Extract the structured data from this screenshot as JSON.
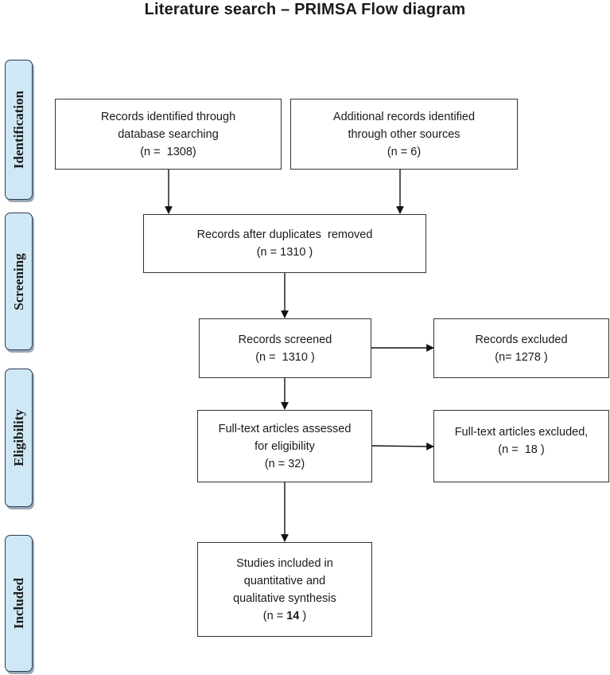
{
  "title": "Literature search – PRIMSA Flow diagram",
  "stages": {
    "identification": "Identification",
    "screening": "Screening",
    "eligibility": "Eligibility",
    "included": "Included"
  },
  "boxes": {
    "db_search": {
      "line1": "Records identified through",
      "line2": "database searching",
      "line3": "(n =  1308)"
    },
    "other_sources": {
      "line1": "Additional records identified",
      "line2": "through other sources",
      "line3": "(n = 6)"
    },
    "dedup": {
      "line1": "Records after duplicates  removed",
      "line2": "(n = 1310 )"
    },
    "screened": {
      "line1": "Records screened",
      "line2": "(n =  1310 )"
    },
    "excluded": {
      "line1": "Records excluded",
      "line2": "(n= 1278 )"
    },
    "fulltext": {
      "line1": "Full-text articles assessed",
      "line2": "for eligibility",
      "line3": "(n = 32)"
    },
    "fulltext_excluded": {
      "line1": "Full-text articles excluded,",
      "line2": "(n =  18 )"
    },
    "included": {
      "line1": "Studies included in",
      "line2": "quantitative and",
      "line3": "qualitative synthesis",
      "n_prefix": "(n = ",
      "n_value": "14",
      "n_suffix": " )"
    }
  }
}
